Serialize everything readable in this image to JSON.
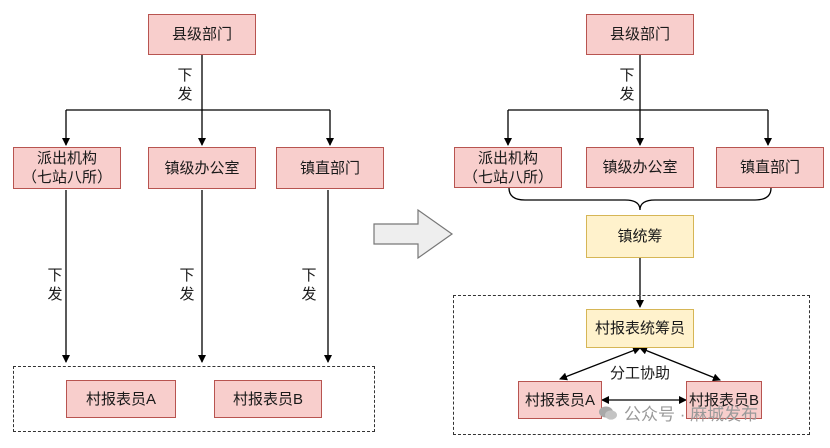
{
  "left": {
    "county": "县级部门",
    "issue_top": "下\n发",
    "paichu": "派出机构\n（七站八所）",
    "office": "镇级办公室",
    "zhizhi": "镇直部门",
    "issue_a": "下\n发",
    "issue_b": "下\n发",
    "issue_c": "下\n发",
    "reporter_a": "村报表员A",
    "reporter_b": "村报表员B"
  },
  "right": {
    "county": "县级部门",
    "issue_top": "下\n发",
    "paichu": "派出机构\n（七站八所）",
    "office": "镇级办公室",
    "zhizhi": "镇直部门",
    "town_coord": "镇统筹",
    "village_coord": "村报表统筹员",
    "divide": "分工协助",
    "reporter_a": "村报表员A",
    "reporter_b": "村报表员B"
  },
  "watermark": "公众号 · 麻城发布",
  "colors": {
    "box_fill": "#f8cecc",
    "box_border": "#b85450",
    "coord_fill": "#fff2cc",
    "coord_border": "#d6b656",
    "arrow_fill": "#eeeeee"
  }
}
